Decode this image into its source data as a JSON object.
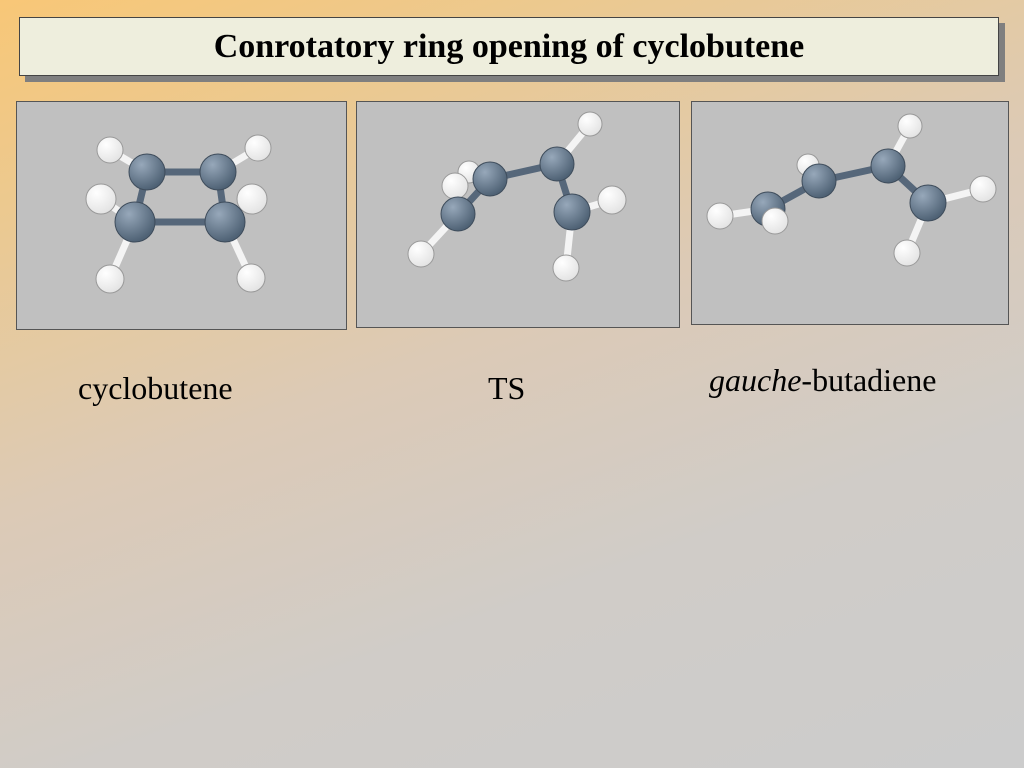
{
  "slide": {
    "title": "Conrotatory ring opening of cyclobutene"
  },
  "panels": [
    {
      "id": "cyclobutene",
      "caption": "cyclobutene"
    },
    {
      "id": "ts",
      "caption": "TS"
    },
    {
      "id": "gauche",
      "caption_italic": "gauche",
      "caption_rest": "-butadiene"
    }
  ],
  "colors": {
    "carbon": "#677a8e",
    "hydrogen": "#ffffff",
    "panel_bg": "#c0c0c0",
    "title_bg": "#eeeedd"
  }
}
